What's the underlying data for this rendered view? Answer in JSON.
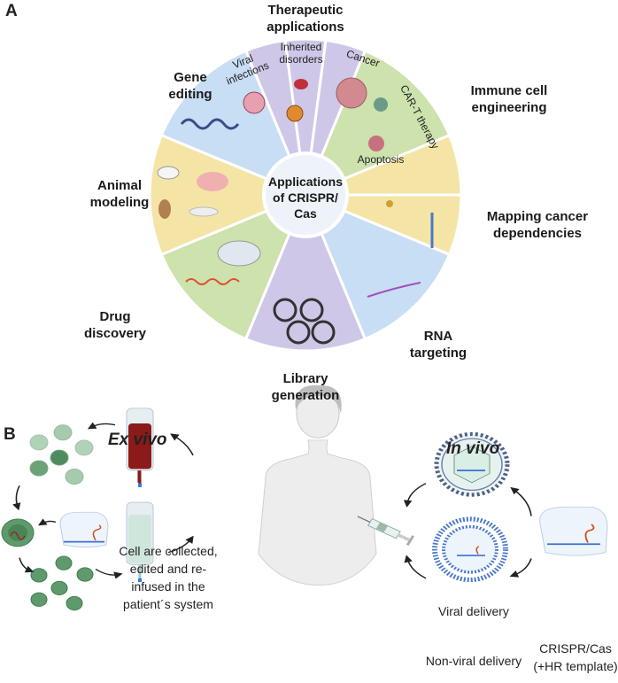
{
  "panel_a": {
    "letter": "A",
    "center_label": [
      "Applications",
      "of CRISPR/",
      "Cas"
    ],
    "sectors": [
      {
        "label": "Therapeutic applications",
        "color": "#cfc7e8",
        "subsections": [
          "Viral infections",
          "Inherited disorders",
          "Cancer"
        ]
      },
      {
        "label": "Immune cell engineering",
        "color": "#cde2ad",
        "inner_text": [
          "CAR-T therapy",
          "Apoptosis"
        ]
      },
      {
        "label": "Mapping cancer dependencies",
        "color": "#f4e5a7"
      },
      {
        "label": "RNA targeting",
        "color": "#c8def4"
      },
      {
        "label": "Library generation",
        "color": "#cfc7e8"
      },
      {
        "label": "Drug discovery",
        "color": "#cde2ad"
      },
      {
        "label": "Animal modeling",
        "color": "#f4e5a7"
      },
      {
        "label": "Gene editing",
        "color": "#c8def4"
      }
    ],
    "labels": {
      "therapeutic": [
        "Therapeutic",
        "applications"
      ],
      "immune": [
        "Immune cell",
        "engineering"
      ],
      "mapping": [
        "Mapping cancer",
        "dependencies"
      ],
      "rna": [
        "RNA",
        "targeting"
      ],
      "library": [
        "Library",
        "generation"
      ],
      "drug": [
        "Drug",
        "discovery"
      ],
      "animal": [
        "Animal",
        "modeling"
      ],
      "gene": [
        "Gene",
        "editing"
      ]
    },
    "sub": {
      "viral": [
        "Viral",
        "infections"
      ],
      "inherited": [
        "Inherited",
        "disorders"
      ],
      "cancer": "Cancer",
      "cart": "CAR-T therapy",
      "apoptosis": "Apoptosis"
    }
  },
  "panel_b": {
    "letter": "B",
    "ex_vivo": "Ex vivo",
    "in_vivo": "In vivo",
    "ex_vivo_text": [
      "Cell are collected,",
      "edited and re-",
      "infused in the",
      "patient´s system"
    ],
    "viral_delivery": "Viral delivery",
    "non_viral_delivery": "Non-viral delivery",
    "crispr": [
      "CRISPR/Cas",
      "(+HR template)"
    ]
  }
}
